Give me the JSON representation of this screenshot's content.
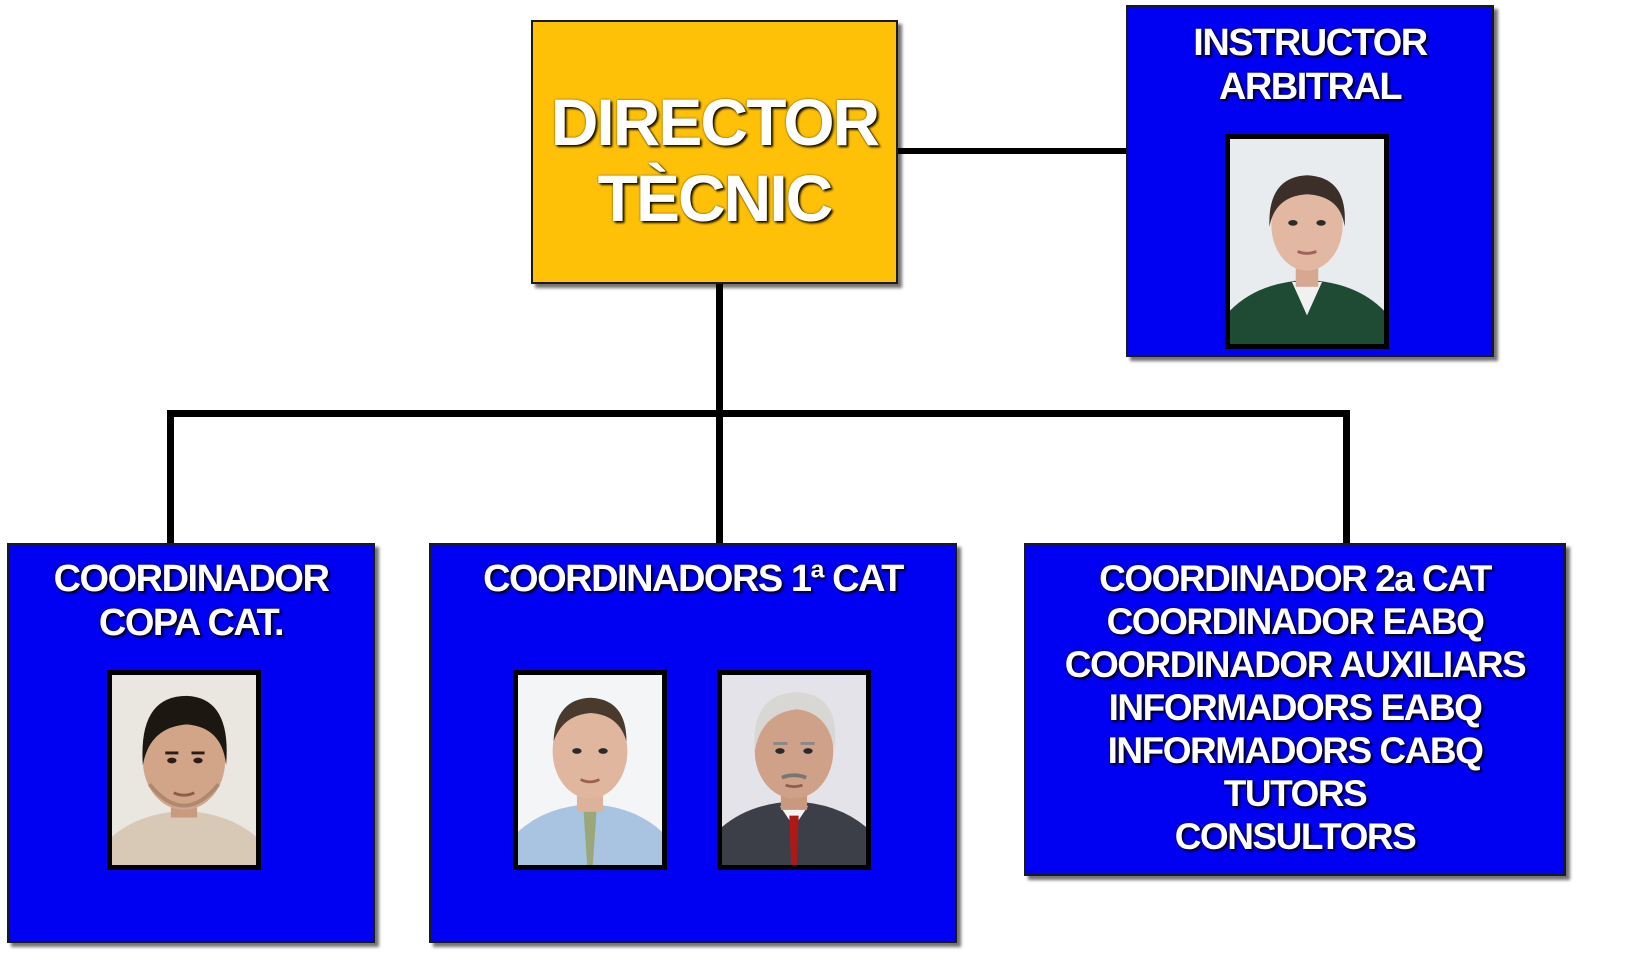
{
  "chart": {
    "director": {
      "lines": [
        "DIRECTOR",
        "TÈCNIC"
      ]
    },
    "instructor": {
      "lines": [
        "INSTRUCTOR",
        "ARBITRAL"
      ]
    },
    "copa": {
      "lines": [
        "COORDINADOR",
        "COPA CAT."
      ]
    },
    "primera": {
      "lines": [
        "COORDINADORS 1ª CAT"
      ]
    },
    "segona": {
      "lines": [
        "COORDINADOR 2a CAT",
        "COORDINADOR EABQ",
        "COORDINADOR AUXILIARS",
        "INFORMADORS EABQ",
        "INFORMADORS CABQ",
        "TUTORS",
        "CONSULTORS"
      ]
    }
  },
  "colors": {
    "box_blue": "#0000f2",
    "box_gold": "#ffc107",
    "text": "#ffffff",
    "connector": "#000000"
  }
}
